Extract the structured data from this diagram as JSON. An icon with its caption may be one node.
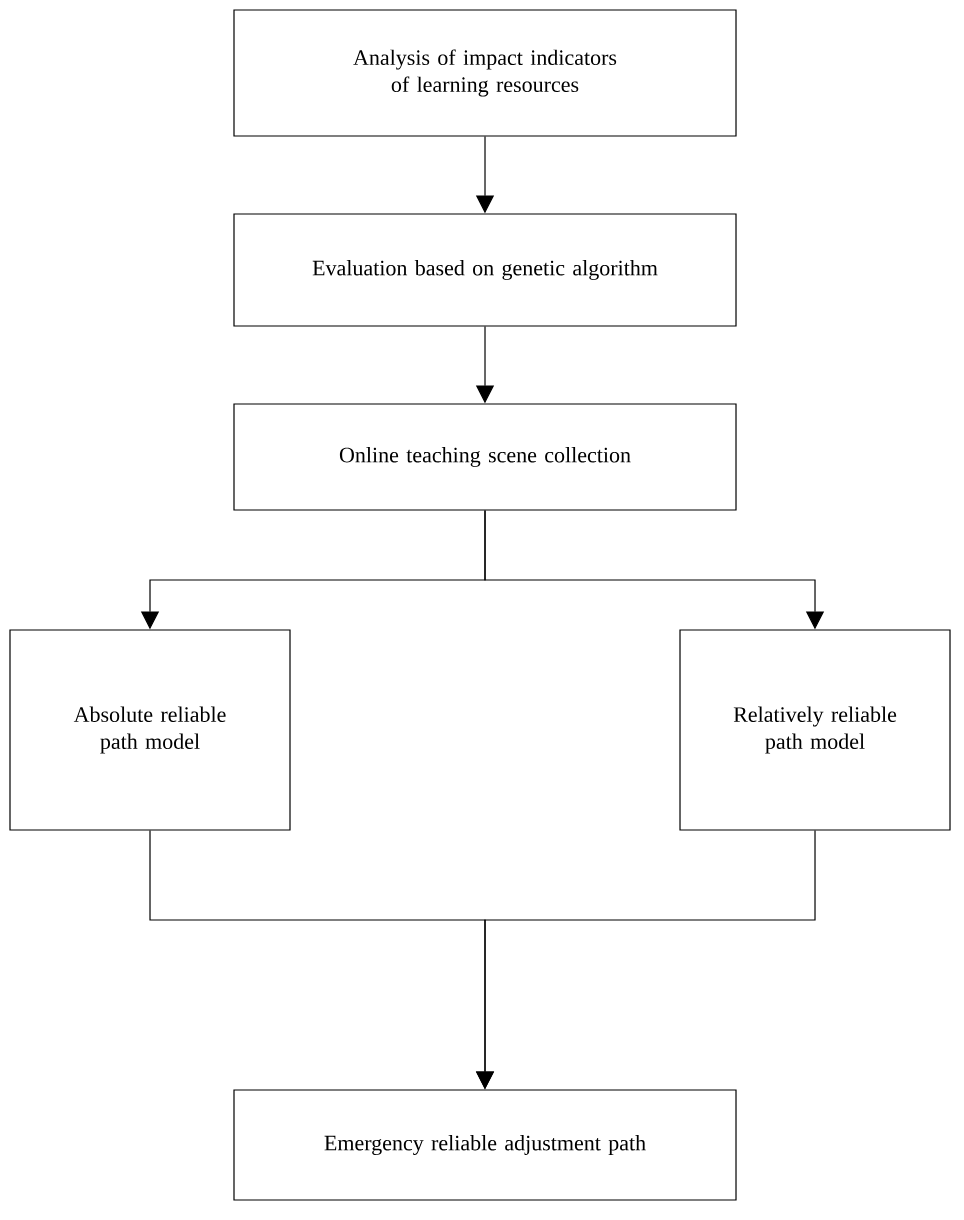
{
  "diagram": {
    "nodes": [
      {
        "text": [
          "Analysis of impact indicators of learning resources"
        ]
      },
      {
        "text": [
          "Evaluation based on genetic algorithm"
        ]
      },
      {
        "text": [
          "Online teaching scene collection"
        ]
      },
      {
        "text": [
          "Absolute reliable path model"
        ]
      },
      {
        "text": [
          "Relatively reliable path model"
        ]
      },
      {
        "text": [
          "Emergency reliable adjustment path"
        ]
      }
    ],
    "edges": [
      {
        "from": 0,
        "to": 1,
        "arrow": "to"
      },
      {
        "from": 1,
        "to": 2,
        "arrow": "to"
      },
      {
        "from": 2,
        "to": 3,
        "arrow": "to"
      },
      {
        "from": 2,
        "to": 4,
        "arrow": "to"
      },
      {
        "from": 3,
        "to": 5,
        "arrow": "to"
      },
      {
        "from": 4,
        "to": 5,
        "arrow": "to"
      }
    ]
  }
}
